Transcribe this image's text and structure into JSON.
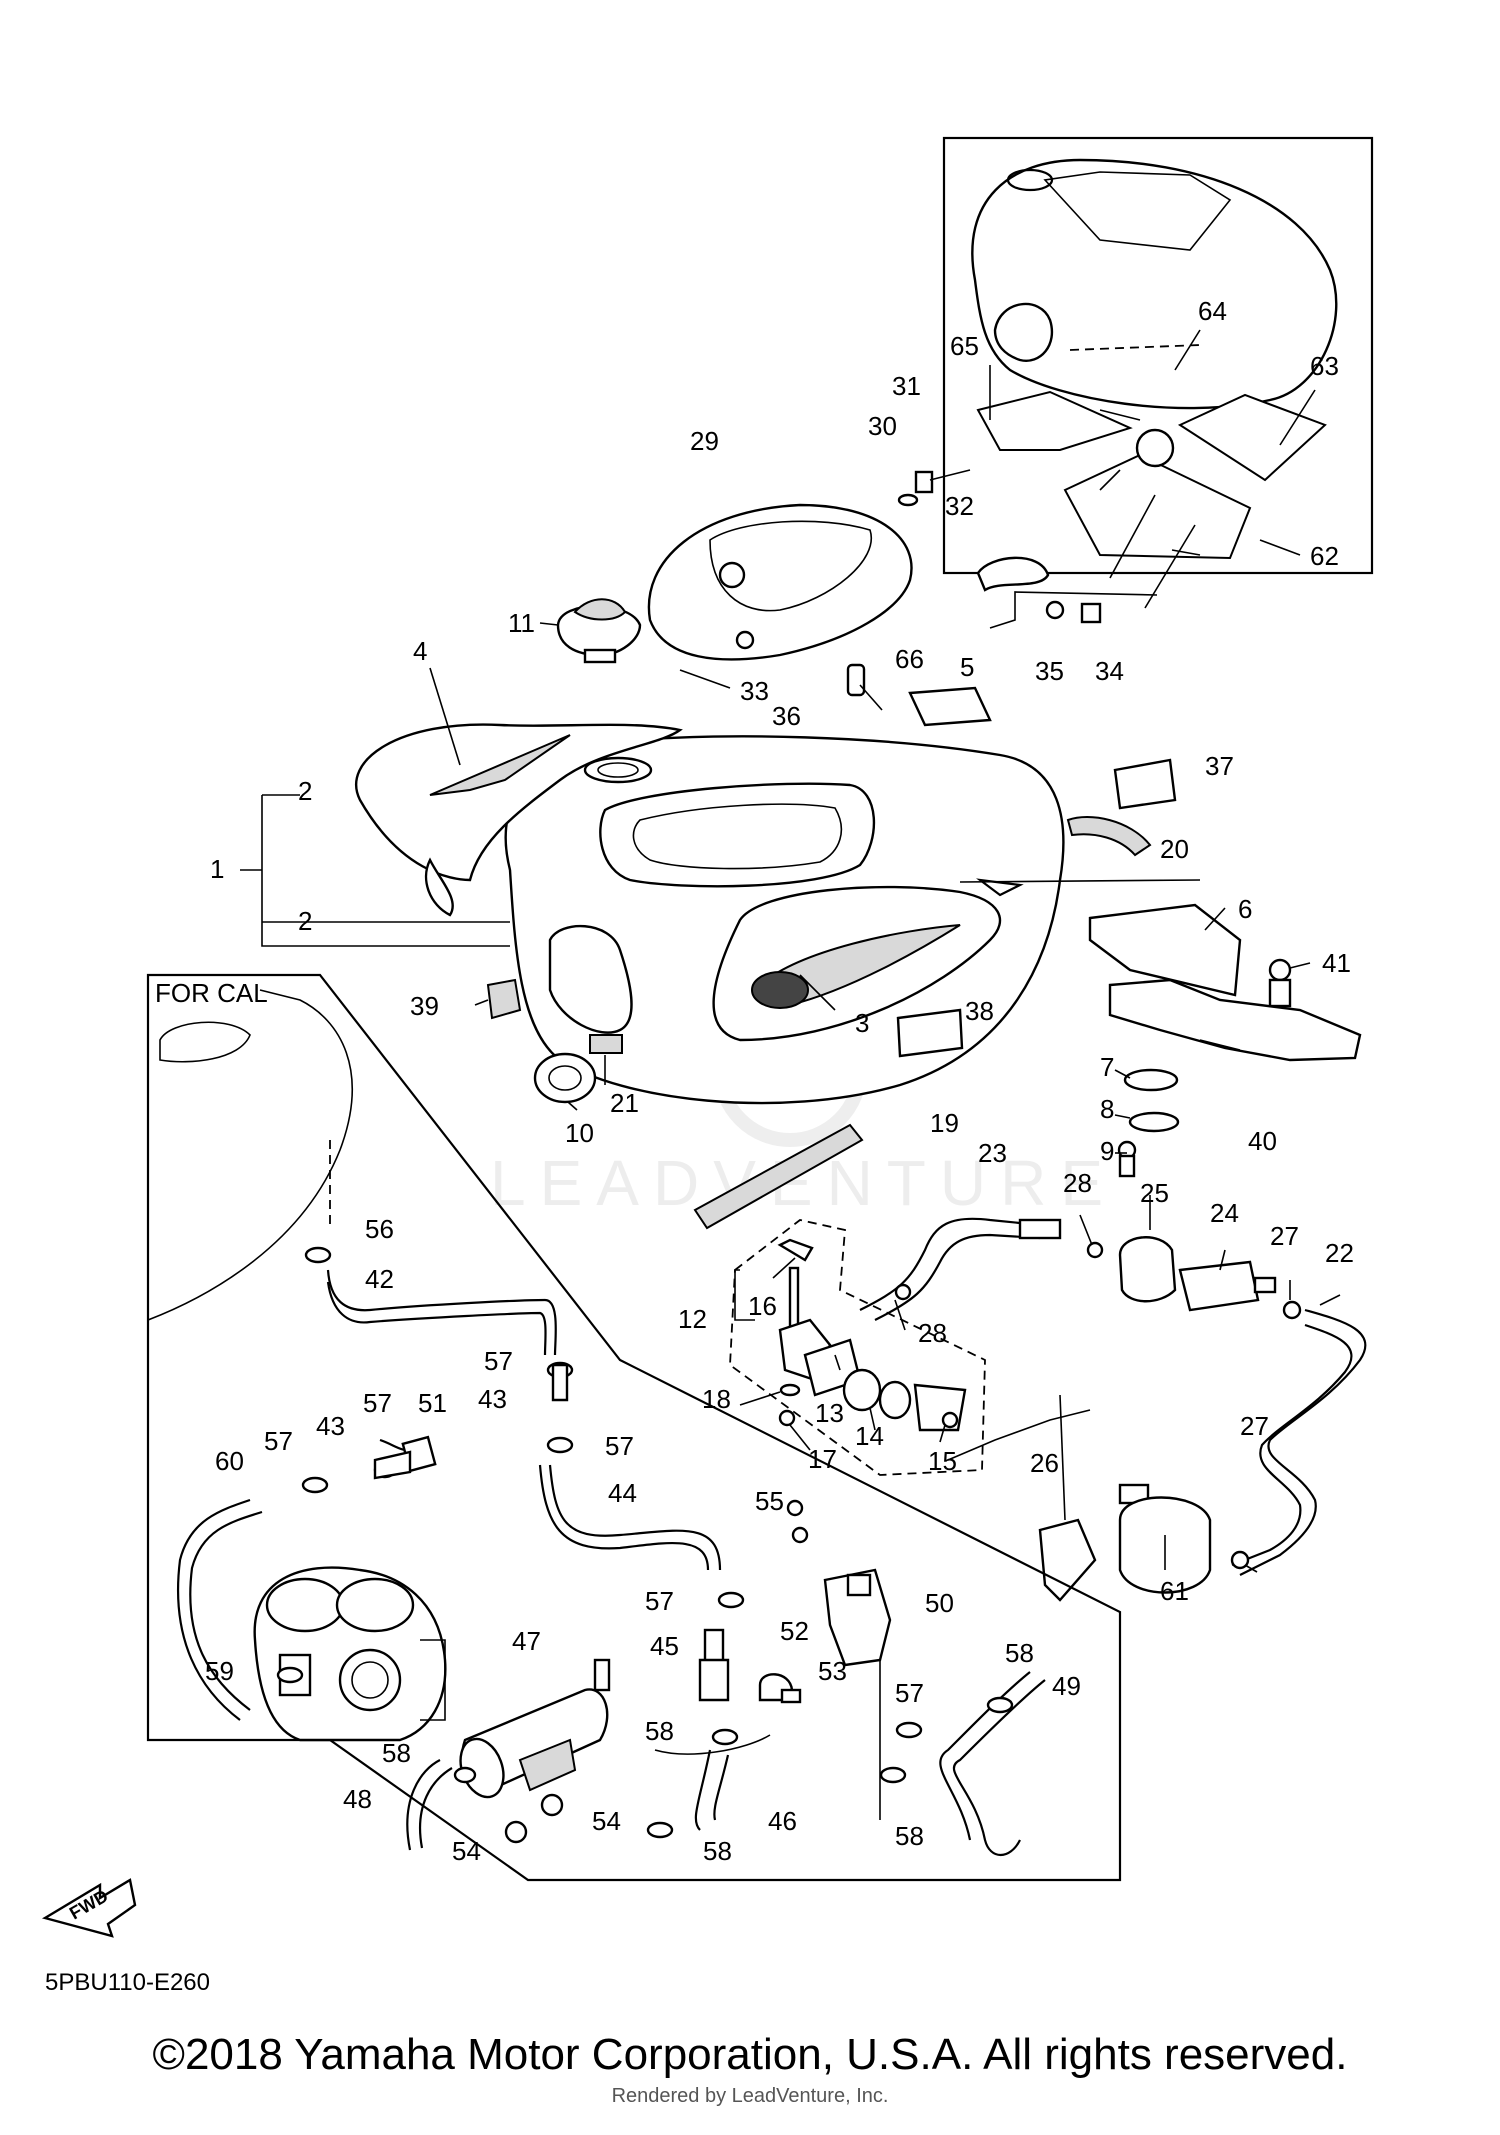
{
  "diagram": {
    "diagram_code": "5PBU110-E260",
    "region_label": "FOR CAL",
    "fwd_label": "FWD",
    "watermark": "LEADVENTURE",
    "copyright": "©2018 Yamaha Motor Corporation, U.S.A. All rights reserved.",
    "rendered_by": "Rendered by LeadVenture, Inc.",
    "callouts": [
      {
        "id": "c1",
        "label": "1"
      },
      {
        "id": "c2a",
        "label": "2"
      },
      {
        "id": "c2b",
        "label": "2"
      },
      {
        "id": "c3",
        "label": "3"
      },
      {
        "id": "c4",
        "label": "4"
      },
      {
        "id": "c5",
        "label": "5"
      },
      {
        "id": "c6",
        "label": "6"
      },
      {
        "id": "c7",
        "label": "7"
      },
      {
        "id": "c8",
        "label": "8"
      },
      {
        "id": "c9",
        "label": "9"
      },
      {
        "id": "c10",
        "label": "10"
      },
      {
        "id": "c11",
        "label": "11"
      },
      {
        "id": "c12",
        "label": "12"
      },
      {
        "id": "c13",
        "label": "13"
      },
      {
        "id": "c14",
        "label": "14"
      },
      {
        "id": "c15",
        "label": "15"
      },
      {
        "id": "c16",
        "label": "16"
      },
      {
        "id": "c17",
        "label": "17"
      },
      {
        "id": "c18",
        "label": "18"
      },
      {
        "id": "c19",
        "label": "19"
      },
      {
        "id": "c20",
        "label": "20"
      },
      {
        "id": "c21",
        "label": "21"
      },
      {
        "id": "c22",
        "label": "22"
      },
      {
        "id": "c23",
        "label": "23"
      },
      {
        "id": "c24",
        "label": "24"
      },
      {
        "id": "c25",
        "label": "25"
      },
      {
        "id": "c26",
        "label": "26"
      },
      {
        "id": "c27a",
        "label": "27"
      },
      {
        "id": "c27b",
        "label": "27"
      },
      {
        "id": "c28a",
        "label": "28"
      },
      {
        "id": "c28b",
        "label": "28"
      },
      {
        "id": "c29",
        "label": "29"
      },
      {
        "id": "c30",
        "label": "30"
      },
      {
        "id": "c31",
        "label": "31"
      },
      {
        "id": "c32",
        "label": "32"
      },
      {
        "id": "c33",
        "label": "33"
      },
      {
        "id": "c34",
        "label": "34"
      },
      {
        "id": "c35",
        "label": "35"
      },
      {
        "id": "c36",
        "label": "36"
      },
      {
        "id": "c37",
        "label": "37"
      },
      {
        "id": "c38",
        "label": "38"
      },
      {
        "id": "c39",
        "label": "39"
      },
      {
        "id": "c40",
        "label": "40"
      },
      {
        "id": "c41",
        "label": "41"
      },
      {
        "id": "c42",
        "label": "42"
      },
      {
        "id": "c43a",
        "label": "43"
      },
      {
        "id": "c43b",
        "label": "43"
      },
      {
        "id": "c44",
        "label": "44"
      },
      {
        "id": "c45",
        "label": "45"
      },
      {
        "id": "c46",
        "label": "46"
      },
      {
        "id": "c47",
        "label": "47"
      },
      {
        "id": "c48",
        "label": "48"
      },
      {
        "id": "c49",
        "label": "49"
      },
      {
        "id": "c50",
        "label": "50"
      },
      {
        "id": "c51",
        "label": "51"
      },
      {
        "id": "c52",
        "label": "52"
      },
      {
        "id": "c53",
        "label": "53"
      },
      {
        "id": "c54a",
        "label": "54"
      },
      {
        "id": "c54b",
        "label": "54"
      },
      {
        "id": "c55",
        "label": "55"
      },
      {
        "id": "c56",
        "label": "56"
      },
      {
        "id": "c57a",
        "label": "57"
      },
      {
        "id": "c57b",
        "label": "57"
      },
      {
        "id": "c57c",
        "label": "57"
      },
      {
        "id": "c57d",
        "label": "57"
      },
      {
        "id": "c57e",
        "label": "57"
      },
      {
        "id": "c57f",
        "label": "57"
      },
      {
        "id": "c58a",
        "label": "58"
      },
      {
        "id": "c58b",
        "label": "58"
      },
      {
        "id": "c58c",
        "label": "58"
      },
      {
        "id": "c58d",
        "label": "58"
      },
      {
        "id": "c58e",
        "label": "58"
      },
      {
        "id": "c59",
        "label": "59"
      },
      {
        "id": "c60",
        "label": "60"
      },
      {
        "id": "c61",
        "label": "61"
      },
      {
        "id": "c62",
        "label": "62"
      },
      {
        "id": "c63",
        "label": "63"
      },
      {
        "id": "c64",
        "label": "64"
      },
      {
        "id": "c65",
        "label": "65"
      },
      {
        "id": "c66",
        "label": "66"
      }
    ]
  }
}
